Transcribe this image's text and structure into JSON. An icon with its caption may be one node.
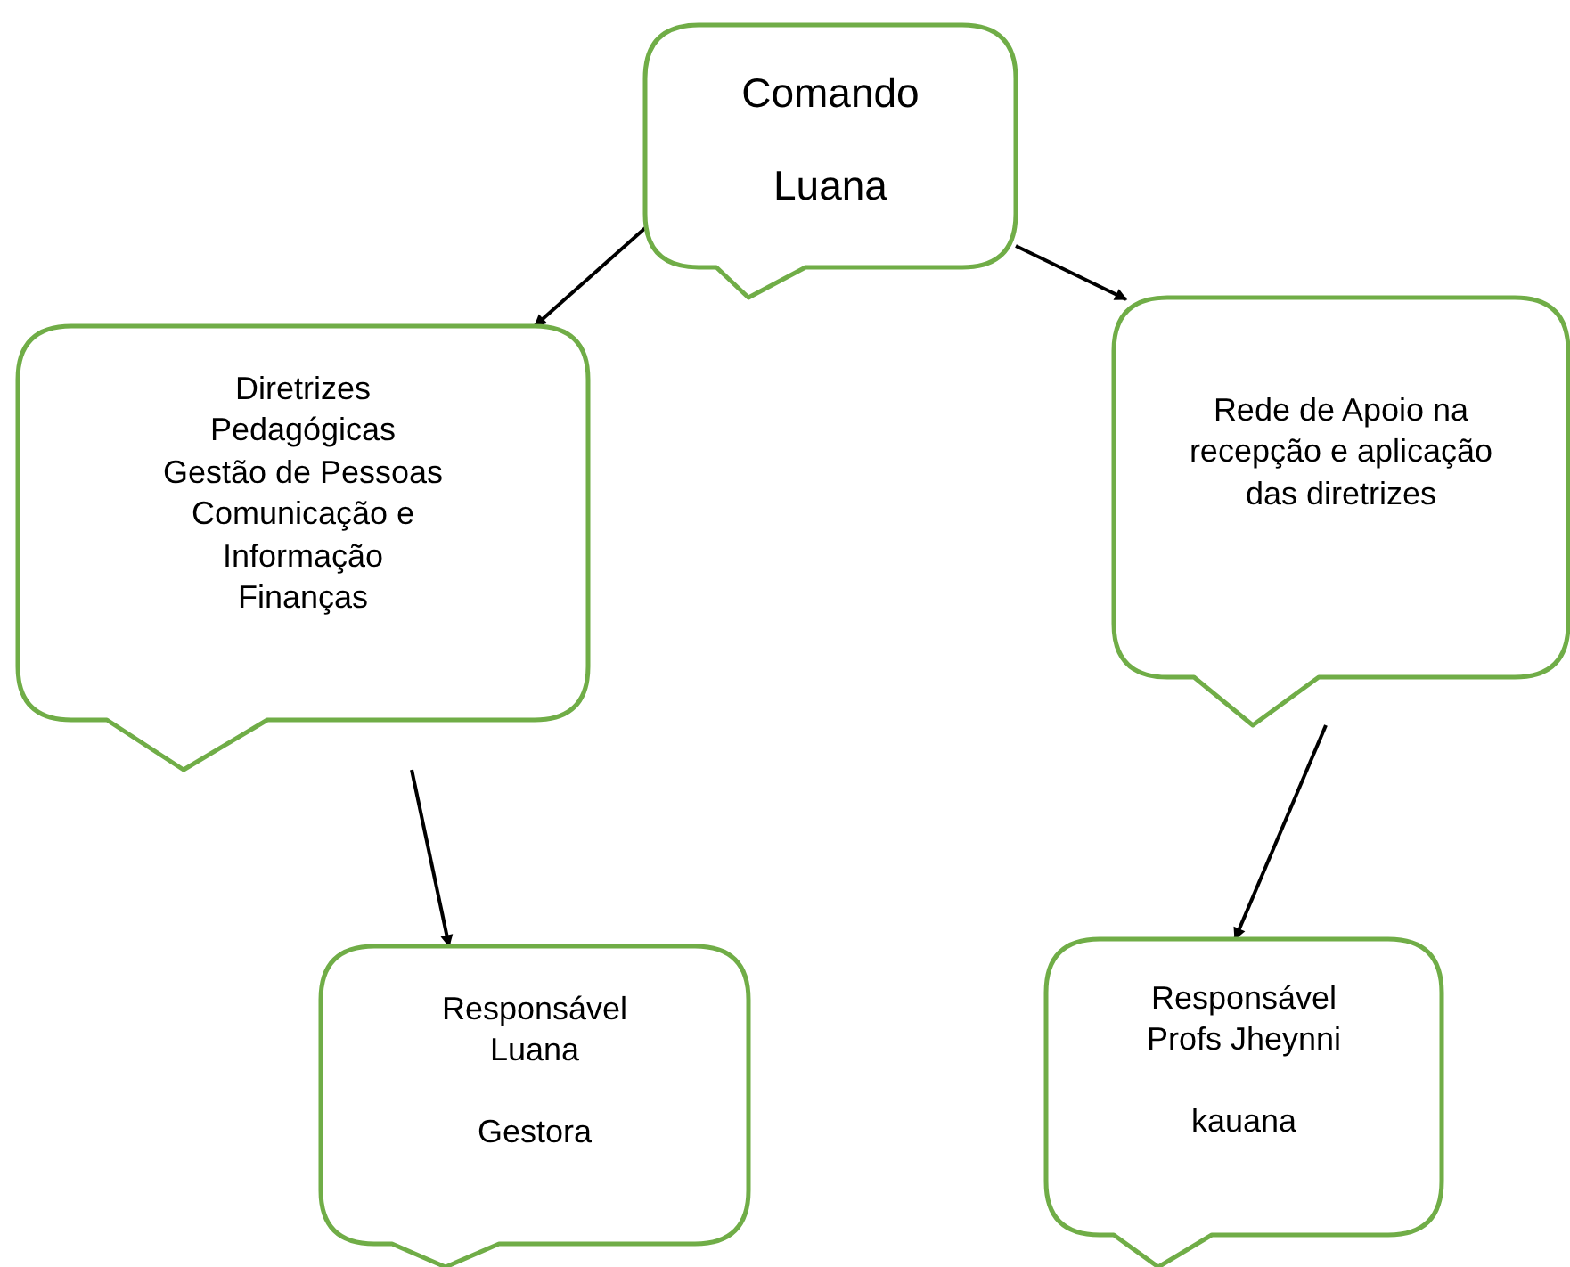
{
  "diagram": {
    "nodes": [
      {
        "text": [
          "Comando",
          "Luana"
        ]
      },
      {
        "text": [
          "Diretrizes Pedagógicas",
          "Gestão de Pessoas",
          "Comunicação e Informação",
          "Finanças"
        ]
      },
      {
        "text": [
          "Rede de Apoio na recepção e aplicação das diretrizes"
        ]
      },
      {
        "text": [
          "Responsável",
          "Luana",
          "Gestora"
        ]
      },
      {
        "text": [
          "Responsável",
          "Profs Jheynni",
          "kauana"
        ]
      }
    ],
    "edges": [
      {
        "from": 0,
        "to": 1,
        "arrow": "to"
      },
      {
        "from": 0,
        "to": 2,
        "arrow": "to"
      },
      {
        "from": 1,
        "to": 3,
        "arrow": "to"
      },
      {
        "from": 2,
        "to": 4,
        "arrow": "to"
      }
    ]
  }
}
